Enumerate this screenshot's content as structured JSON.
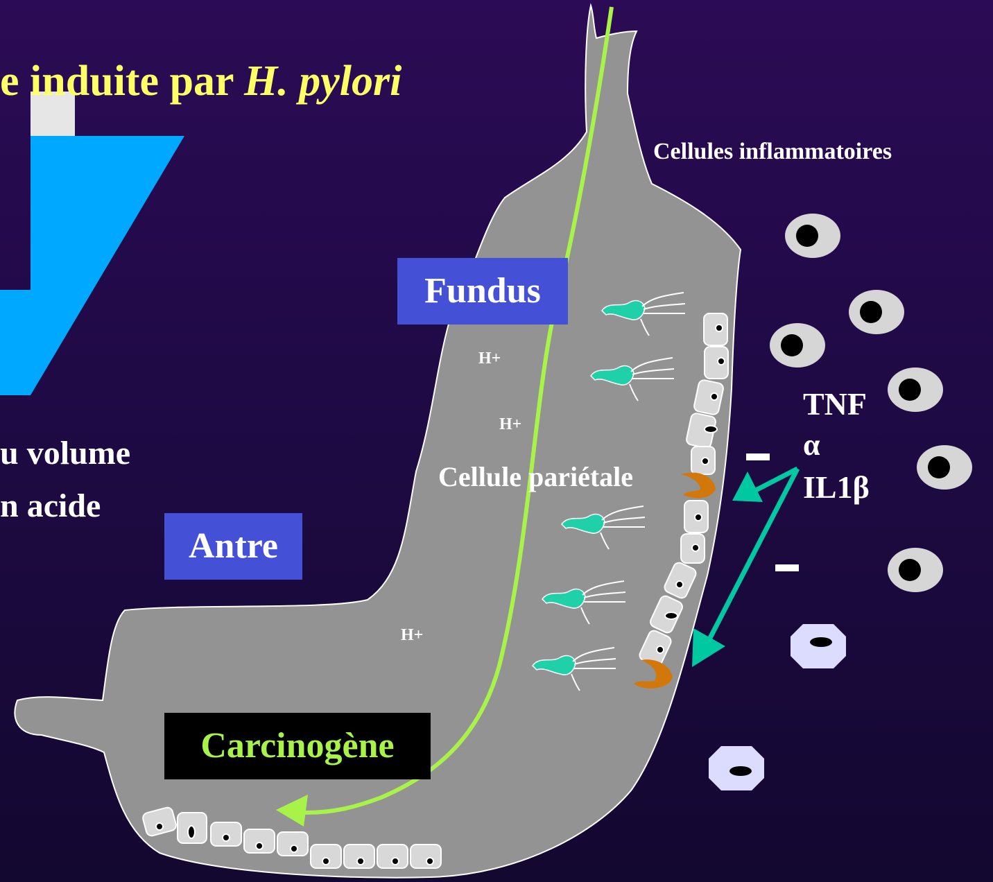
{
  "title": {
    "text": "e induite par ",
    "italic": "H. pylori"
  },
  "left_text": {
    "line1": "u volume",
    "line2": "n acide"
  },
  "labels": {
    "inflammatory_cells": "Cellules inflammatoires",
    "fundus": "Fundus",
    "antre": "Antre",
    "carcinogene": "Carcinogène",
    "parietal_cell": "Cellule pariétale",
    "h_plus": [
      "H+",
      "H+",
      "H+"
    ],
    "tnf": "TNF",
    "alpha": "α",
    "il1b": "IL1β",
    "minus": [
      "−",
      "−"
    ]
  },
  "colors": {
    "background": "#2b0b55",
    "title": "#ffff66",
    "stomach": "#939393",
    "path_arrow": "#a8f24a",
    "teal_arrow": "#00c8a0",
    "bacteria": "#20d0a8",
    "parietal": "#d2780a",
    "label_box": "#4450d6",
    "carcinogene_text": "#a8f24a",
    "blue_shape": "#00a8ff"
  }
}
